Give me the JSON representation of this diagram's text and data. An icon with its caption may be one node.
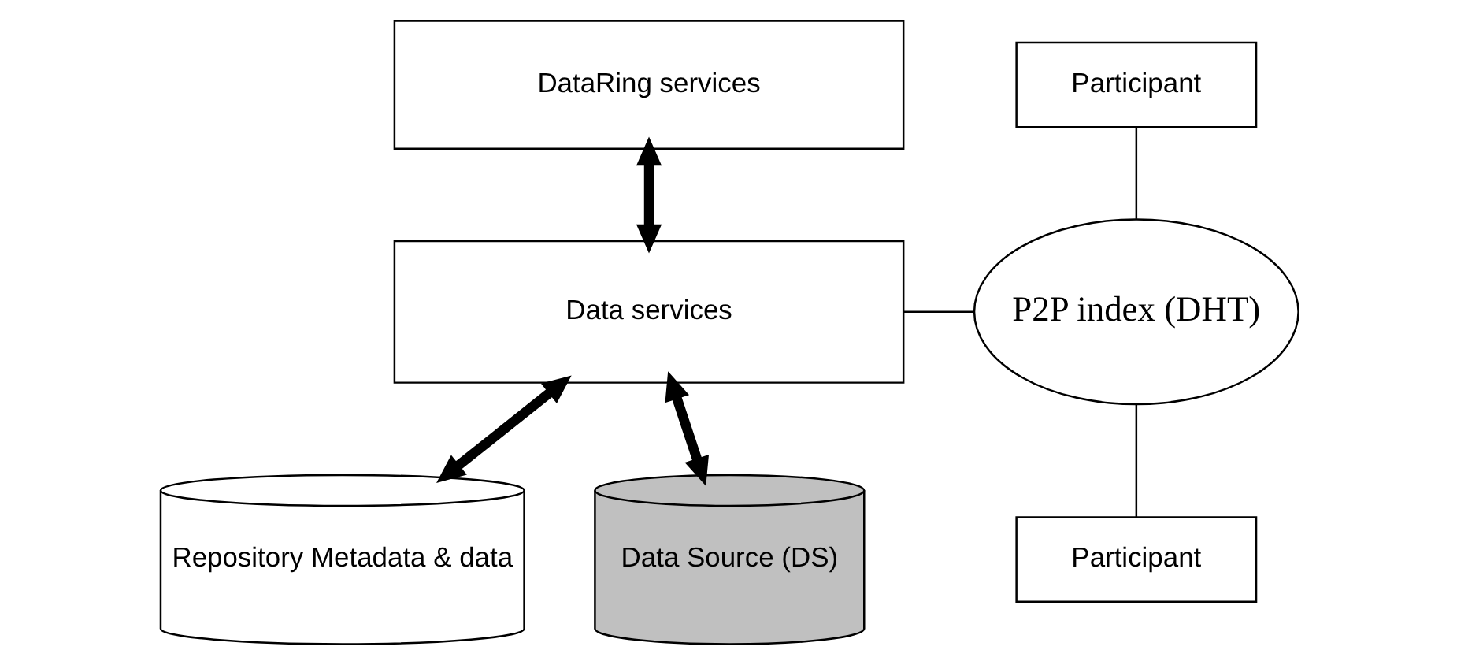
{
  "diagram": {
    "nodes": [
      {
        "text": [
          "DataRing services"
        ]
      },
      {
        "text": [
          "Data services"
        ]
      },
      {
        "text": [
          "Repository Metadata & data"
        ]
      },
      {
        "text": [
          "Data Source (DS)"
        ]
      },
      {
        "text": [
          "Participant"
        ]
      },
      {
        "text": [
          "P2P index (DHT)"
        ]
      },
      {
        "text": [
          "Participant"
        ]
      }
    ],
    "edges": [
      {
        "from": 0,
        "to": 1,
        "arrow": "both",
        "style": "thick"
      },
      {
        "from": 1,
        "to": 2,
        "arrow": "both",
        "style": "thick"
      },
      {
        "from": 1,
        "to": 3,
        "arrow": "both",
        "style": "thick"
      },
      {
        "from": 1,
        "to": 5,
        "arrow": "none"
      },
      {
        "from": 4,
        "to": 5,
        "arrow": "none"
      },
      {
        "from": 5,
        "to": 6,
        "arrow": "none"
      }
    ]
  }
}
